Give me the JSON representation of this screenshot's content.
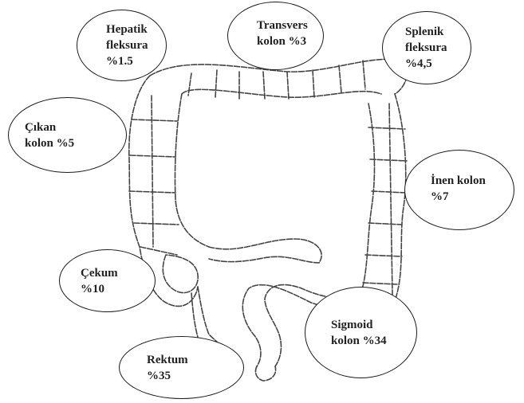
{
  "labels": {
    "hepatik": {
      "lines": [
        "Hepatik",
        "fleksura",
        "%1.5"
      ]
    },
    "transvers": {
      "lines": [
        "Transvers",
        "kolon %3"
      ]
    },
    "splenik": {
      "lines": [
        "Splenik",
        "fleksura",
        "%4,5"
      ]
    },
    "cikan": {
      "lines": [
        "Çıkan",
        "kolon %5"
      ]
    },
    "inen": {
      "lines": [
        "İnen kolon",
        "%7"
      ]
    },
    "cekum": {
      "lines": [
        "Çekum",
        "%10"
      ]
    },
    "sigmoid": {
      "lines": [
        "Sigmoid",
        "kolon %34"
      ]
    },
    "rektum": {
      "lines": [
        "Rektum",
        "%35"
      ]
    }
  },
  "colors": {
    "outline": "#1a1a1a",
    "drawing": "#444444"
  }
}
